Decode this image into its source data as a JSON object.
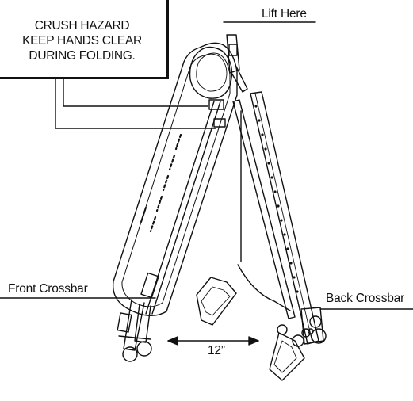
{
  "warning": {
    "line1": "CRUSH HAZARD",
    "line2": "KEEP HANDS CLEAR",
    "line3": "DURING FOLDING."
  },
  "labels": {
    "lift_here": "Lift Here",
    "front_crossbar": "Front Crossbar",
    "back_crossbar": "Back Crossbar",
    "spacing": "12”"
  },
  "colors": {
    "stroke": "#111111",
    "background": "#ffffff"
  }
}
